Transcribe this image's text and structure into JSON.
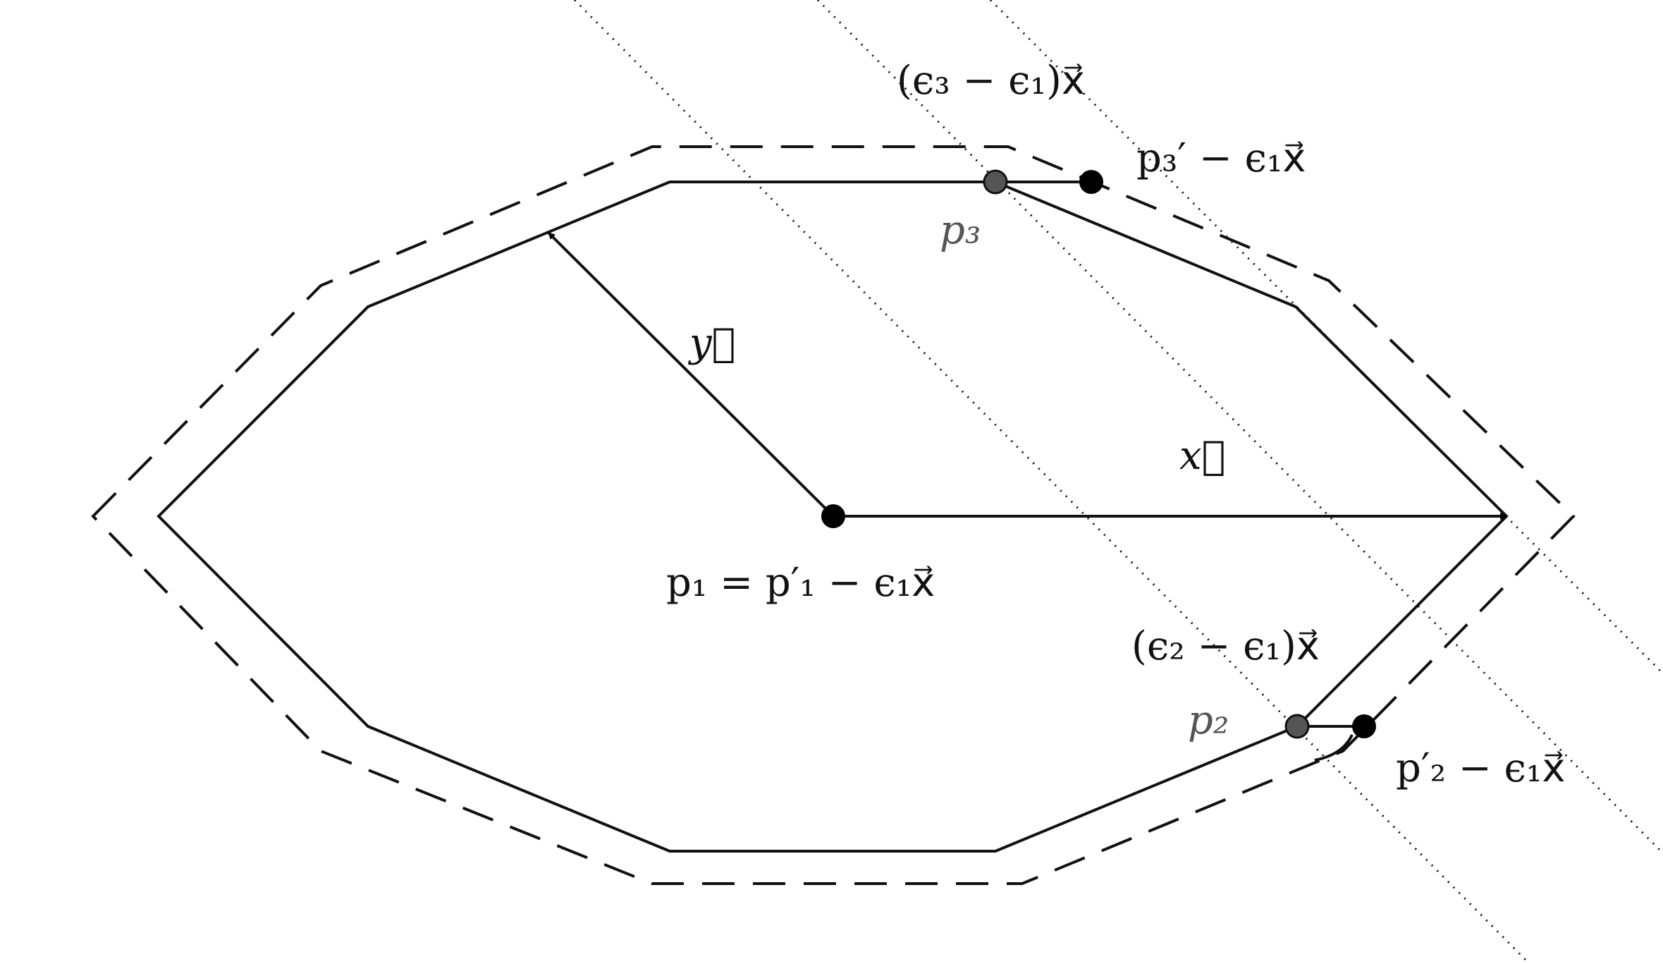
{
  "labels": {
    "vec_y": "y⃗",
    "vec_x": "x⃗",
    "p1_eq": "p₁ = p′₁ − ϵ₁x⃗",
    "eps3_shift": "(ϵ₃ − ϵ₁)x⃗",
    "p3_prime": "p₃′ − ϵ₁x⃗",
    "p3": "p₃",
    "eps2_shift": "(ϵ₂ − ϵ₁)x⃗",
    "p2": "p₂",
    "p2_prime": "p′₂ − ϵ₁x⃗"
  },
  "colors": {
    "stroke": "#111111",
    "point_fill": "#000000",
    "grey_point_fill": "#555555",
    "grey_label": "#555555"
  }
}
